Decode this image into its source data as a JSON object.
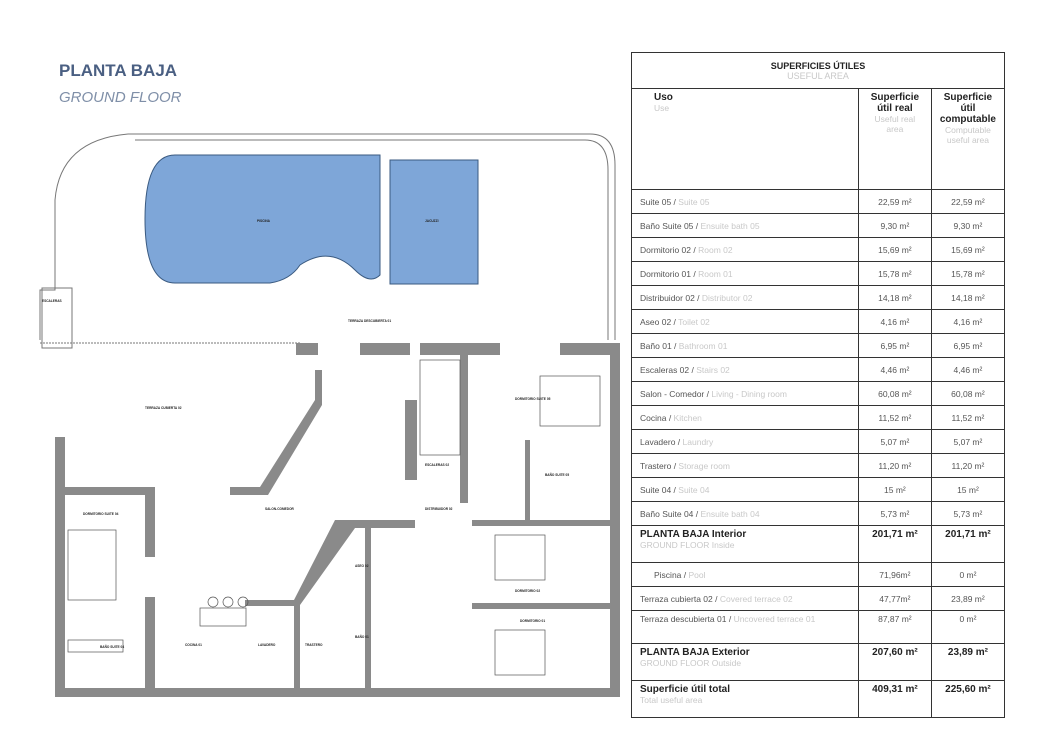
{
  "header": {
    "title": "PLANTA BAJA",
    "subtitle": "GROUND FLOOR"
  },
  "plan": {
    "pool_color": "#7ea6d8",
    "wall_color": "#8a8a8a",
    "labels": {
      "pool": "PISCINA",
      "jacuzzi": "JACUZZI",
      "terrace_open": "TERRAZA DESCUBIERTA 01",
      "terrace_covered": "TERRAZA CUBIERTA 02",
      "living": "SALON-COMEDOR",
      "distributor": "DISTRIBUIDOR 02",
      "stairs": "ESCALERAS 02",
      "suite05": "DORMITORIO SUITE 05",
      "bath_suite05": "BAÑO SUITE 05",
      "suite04": "DORMITORIO SUITE 04",
      "bath_suite04": "BAÑO SUITE 04",
      "room02": "DORMITORIO 02",
      "room01": "DORMITORIO 01",
      "kitchen": "COCINA 01",
      "laundry": "LAVADERO",
      "storage": "TRASTERO",
      "toilet": "ASEO 02",
      "bath01": "BAÑO 01",
      "exterior_stairs": "ESCALERAS"
    }
  },
  "table": {
    "title": "SUPERFICIES ÚTILES",
    "title_en": "USEFUL AREA",
    "col_use": "Uso",
    "col_use_en": "Use",
    "col_real": "Superficie útil real",
    "col_real_en": "Useful real area",
    "col_comp": "Superficie útil computable",
    "col_comp_en": "Computable useful area",
    "rows": [
      {
        "es": "Suite 05 / ",
        "en": "Suite 05",
        "real": "22,59  m²",
        "comp": "22,59 m²"
      },
      {
        "es": "Baño Suite 05 / ",
        "en": "Ensuite bath 05",
        "real": "9,30 m²",
        "comp": "9,30 m²"
      },
      {
        "es": "Dormitorio 02 / ",
        "en": "Room 02",
        "real": "15,69 m²",
        "comp": "15,69 m²"
      },
      {
        "es": "Dormitorio 01 / ",
        "en": "Room 01",
        "real": "15,78 m²",
        "comp": "15,78 m²"
      },
      {
        "es": "Distribuidor 02 / ",
        "en": "Distributor 02",
        "real": "14,18 m²",
        "comp": "14,18 m²"
      },
      {
        "es": "Aseo 02 / ",
        "en": "Toilet 02",
        "real": "4,16 m²",
        "comp": "4,16 m²"
      },
      {
        "es": "Baño 01 / ",
        "en": "Bathroom 01",
        "real": "6,95 m²",
        "comp": "6,95 m²"
      },
      {
        "es": "Escaleras 02 / ",
        "en": "Stairs 02",
        "real": "4,46 m²",
        "comp": "4,46 m²"
      },
      {
        "es": "Salon - Comedor / ",
        "en": "Living - Dining room",
        "real": "60,08 m²",
        "comp": "60,08 m²"
      },
      {
        "es": "Cocina / ",
        "en": "Kitchen",
        "real": "11,52 m²",
        "comp": "11,52 m²"
      },
      {
        "es": "Lavadero / ",
        "en": "Laundry",
        "real": "5,07 m²",
        "comp": "5,07 m²"
      },
      {
        "es": "Trastero / ",
        "en": "Storage room",
        "real": "11,20 m²",
        "comp": "11,20 m²"
      },
      {
        "es": "Suite 04 / ",
        "en": "Suite 04",
        "real": "15 m²",
        "comp": "15 m²"
      },
      {
        "es": "Baño Suite 04 / ",
        "en": "Ensuite bath 04",
        "real": "5,73 m²",
        "comp": "5,73 m²"
      }
    ],
    "interior": {
      "es": "PLANTA BAJA Interior",
      "en": "GROUND FLOOR Inside",
      "real": "201,71 m²",
      "comp": "201,71 m²"
    },
    "ext_rows": [
      {
        "es": "Piscina / ",
        "en": "Pool",
        "real": "71,96m²",
        "comp": "0 m²"
      },
      {
        "es": "Terraza cubierta 02 / ",
        "en": "Covered terrace 02",
        "real": "47,77m²",
        "comp": "23,89 m²"
      },
      {
        "es": "Terraza descubierta 01 / ",
        "en": "Uncovered terrace 01",
        "real": "87,87 m²",
        "comp": "0 m²"
      }
    ],
    "exterior": {
      "es": "PLANTA BAJA Exterior",
      "en": "GROUND FLOOR Outside",
      "real": "207,60  m²",
      "comp": "23,89 m²"
    },
    "total": {
      "es": "Superficie útil total",
      "en": "Total useful area",
      "real": "409,31 m²",
      "comp": "225,60 m²"
    }
  }
}
